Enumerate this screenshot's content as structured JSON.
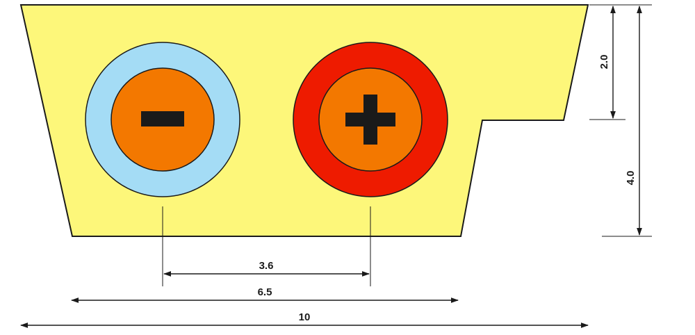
{
  "colors": {
    "body_fill": "#fdf77a",
    "outline": "#1a1a1a",
    "negative_ring": "#a4dcf5",
    "positive_ring": "#ee1b00",
    "terminal_core": "#f37800",
    "symbol": "#1a1a1a"
  },
  "terminals": {
    "negative": {
      "symbol_icon": "minus-icon"
    },
    "positive": {
      "symbol_icon": "plus-icon"
    }
  },
  "dimensions": {
    "terminal_spacing": "3.6",
    "base_width": "6.5",
    "top_width": "10",
    "step_height": "2.0",
    "total_height": "4.0"
  }
}
